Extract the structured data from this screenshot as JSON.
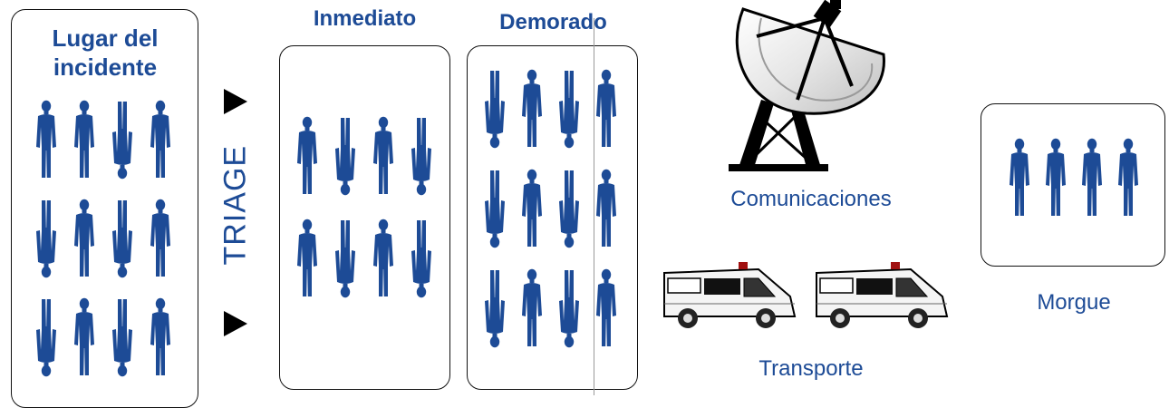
{
  "scene": {
    "incident_title": "Lugar del incidente",
    "triage_label": "TRIAGE",
    "immediate_title": "Inmediato",
    "delayed_title": "Demorado",
    "communications_label": "Comunicaciones",
    "transport_label": "Transporte",
    "morgue_label": "Morgue"
  },
  "colors": {
    "brand_blue": "#1d4b96",
    "outline": "#111111"
  },
  "icons": {
    "person": "person-silhouette-icon",
    "ambulance": "ambulance-icon",
    "dish": "satellite-dish-icon",
    "arrow": "arrow-right-icon"
  },
  "people_counts": {
    "incident": 12,
    "immediate": 8,
    "delayed": 12,
    "morgue": 4
  }
}
